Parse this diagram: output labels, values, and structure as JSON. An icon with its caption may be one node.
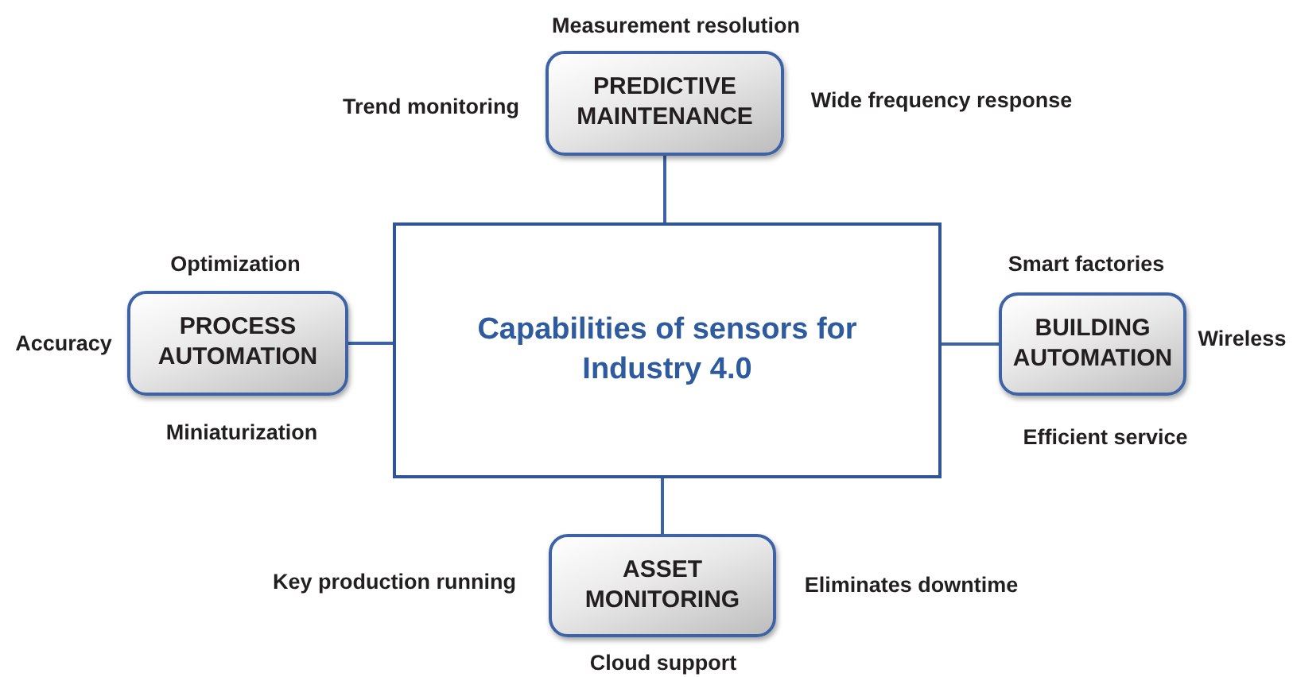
{
  "diagram": {
    "nodes": [
      {
        "text": [
          "Capabilities of sensors for Industry 4.0"
        ]
      },
      {
        "text": [
          "PREDICTIVE MAINTENANCE"
        ],
        "beside": [
          "Measurement resolution",
          "Trend monitoring",
          "Wide frequency response"
        ]
      },
      {
        "text": [
          "PROCESS AUTOMATION"
        ],
        "beside": [
          "Optimization",
          "Accuracy",
          "Miniaturization"
        ]
      },
      {
        "text": [
          "BUILDING AUTOMATION"
        ],
        "beside": [
          "Smart factories",
          "Wireless",
          "Efficient service"
        ]
      },
      {
        "text": [
          "ASSET MONITORING"
        ],
        "beside": [
          "Key production running",
          "Eliminates downtime",
          "Cloud support"
        ]
      }
    ],
    "edges": [
      {
        "from": 0,
        "to": 1,
        "arrow": "none"
      },
      {
        "from": 0,
        "to": 2,
        "arrow": "none"
      },
      {
        "from": 0,
        "to": 3,
        "arrow": "none"
      },
      {
        "from": 0,
        "to": 4,
        "arrow": "none"
      }
    ]
  }
}
